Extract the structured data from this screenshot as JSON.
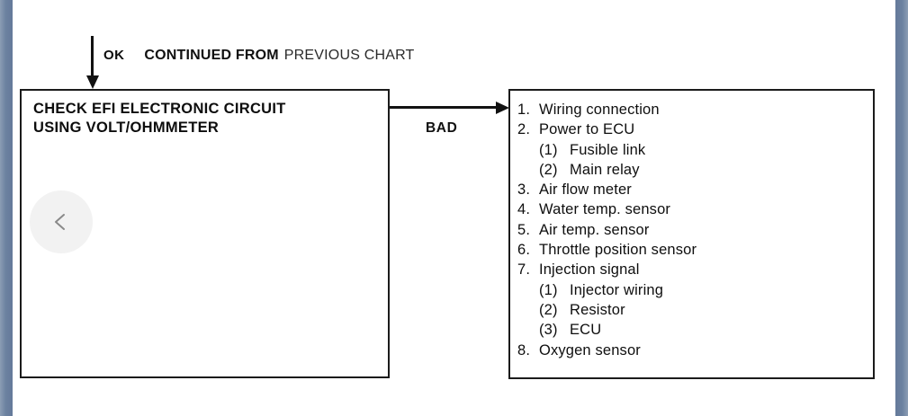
{
  "viewer": {
    "background_color": "#7389a5",
    "page_background_color": "#ffffff",
    "prev_button_icon": "chevron-left-icon"
  },
  "flowchart": {
    "entry": {
      "arrow_icon": "arrow-down-icon",
      "result_label": "OK",
      "continued_label": "CONTINUED FROM",
      "continued_source": "PREVIOUS CHART"
    },
    "left_box": {
      "title": "CHECK EFI ELECTRONIC CIRCUIT\nUSING VOLT/OHMMETER"
    },
    "connector": {
      "label": "BAD",
      "arrow_icon": "arrow-right-icon"
    },
    "right_box": {
      "items": [
        {
          "num": "1.",
          "text": "Wiring connection",
          "sub": false
        },
        {
          "num": "2.",
          "text": "Power to ECU",
          "sub": false
        },
        {
          "num": "(1)",
          "text": "Fusible link",
          "sub": true
        },
        {
          "num": "(2)",
          "text": "Main relay",
          "sub": true
        },
        {
          "num": "3.",
          "text": "Air flow meter",
          "sub": false
        },
        {
          "num": "4.",
          "text": "Water temp. sensor",
          "sub": false
        },
        {
          "num": "5.",
          "text": "Air temp. sensor",
          "sub": false
        },
        {
          "num": "6.",
          "text": "Throttle position sensor",
          "sub": false
        },
        {
          "num": "7.",
          "text": "Injection signal",
          "sub": false
        },
        {
          "num": "(1)",
          "text": "Injector wiring",
          "sub": true
        },
        {
          "num": "(2)",
          "text": "Resistor",
          "sub": true
        },
        {
          "num": "(3)",
          "text": "ECU",
          "sub": true
        },
        {
          "num": "8.",
          "text": "Oxygen sensor",
          "sub": false
        }
      ]
    }
  }
}
